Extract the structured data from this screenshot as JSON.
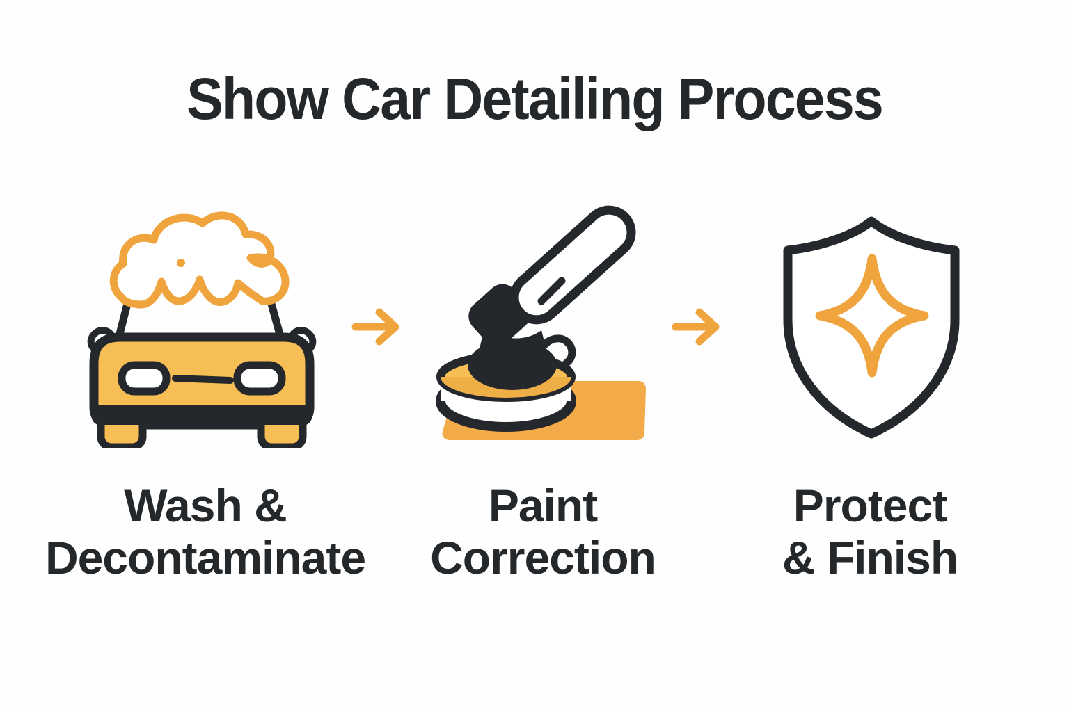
{
  "title": "Show Car Detailing Process",
  "steps": [
    {
      "id": "wash",
      "icon": "car-wash-foam-icon",
      "label": "Wash &\nDecontaminate"
    },
    {
      "id": "paint",
      "icon": "dual-action-polisher-icon",
      "label": "Paint\nCorrection"
    },
    {
      "id": "protect",
      "icon": "shield-sparkle-icon",
      "label": "Protect\n& Finish"
    }
  ],
  "arrows": [
    {
      "name": "right-arrow",
      "glyph": "→"
    },
    {
      "name": "right-arrow",
      "glyph": "→"
    }
  ],
  "colors": {
    "ink": "#24272B",
    "orange": "#F0A43E",
    "yellow": "#F7BE55",
    "yellow_shade": "#EFAF47",
    "surface_orange": "#F3AB49",
    "text": "#25282B",
    "background": "#FEFEFE"
  }
}
